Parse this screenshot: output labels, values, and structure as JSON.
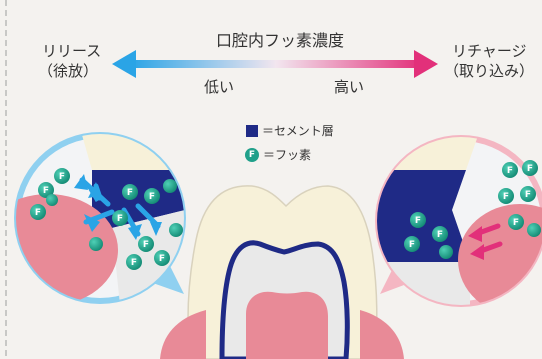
{
  "labels": {
    "release_line1": "リリース",
    "release_line2": "（徐放）",
    "title": "口腔内フッ素濃度",
    "recharge_line1": "リチャージ",
    "recharge_line2": "（取り込み）",
    "low": "低い",
    "high": "高い"
  },
  "legend": {
    "cement_label": "＝セメント層",
    "fluoride_label": "＝フッ素",
    "fluoride_glyph": "F"
  },
  "colors": {
    "arrow_left": "#2aa4e6",
    "arrow_right": "#e2307a",
    "cement": "#1f2a86",
    "fluoride": "#20a08a",
    "gum": "#e88a97",
    "enamel": "#f7f1d9",
    "bubble_left": "#8fd0f0",
    "bubble_right": "#f4b6c2"
  }
}
